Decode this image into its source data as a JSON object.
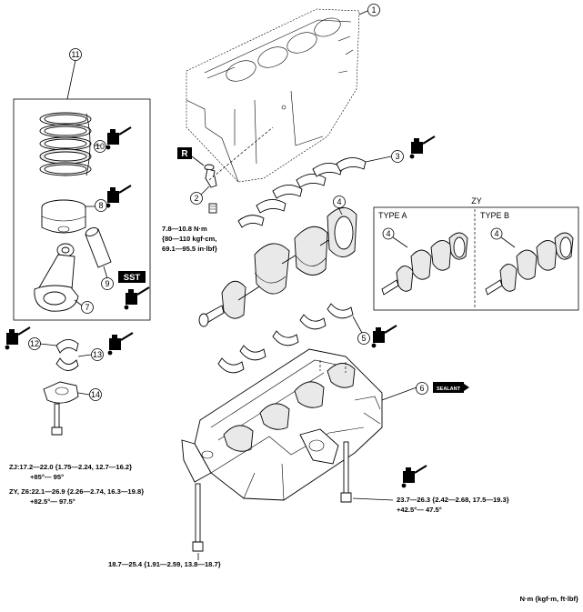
{
  "callouts": [
    "1",
    "2",
    "3",
    "4",
    "5",
    "6",
    "7",
    "8",
    "9",
    "10",
    "11",
    "12",
    "13",
    "14"
  ],
  "badges": {
    "r": "R",
    "sst": "SST",
    "oil": "OIL",
    "sealant": "SEALANT"
  },
  "torque_2": [
    "7.8—10.8 N·m",
    "{80—110 kgf·cm,",
    "69.1—95.5 in·lbf}"
  ],
  "torque_14_zj": [
    "ZJ:17.2—22.0 {1.75—2.24, 12.7—16.2}",
    "+85°— 95°"
  ],
  "torque_14_zy": [
    "ZY, Z6:22.1—26.9 {2.26—2.74, 16.3—19.8}",
    "+82.5°— 97.5°"
  ],
  "torque_lower_right": [
    "23.7—26.3 {2.42—2.68, 17.5—19.3}",
    "+42.5°— 47.5°"
  ],
  "torque_bottom": "18.7—25.4 {1.91—2.59, 13.8—18.7}",
  "inset": {
    "title": "ZY",
    "type_a": "TYPE A",
    "type_b": "TYPE B",
    "callout": "4"
  },
  "units": "N·m {kgf·m, ft·lbf}"
}
